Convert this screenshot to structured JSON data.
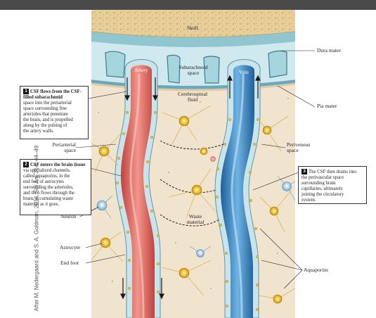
{
  "labels": {
    "skull": "Skull",
    "dura_mater": "Dura mater",
    "artery": "Artery",
    "subarachnoid_space_line1": "Subarachnoid",
    "subarachnoid_space_line2": "space",
    "vein": "Vein",
    "pia_mater": "Pia mater",
    "csf_line1": "Cerebrospinal",
    "csf_line2": "fluid",
    "periarterial_line1": "Periarterial",
    "periarterial_line2": "space",
    "perivenous_line1": "Perivenous",
    "perivenous_line2": "space",
    "neuron": "Neuron",
    "astrocyte": "Astrocyte",
    "end_foot": "End foot",
    "waste_line1": "Waste",
    "waste_line2": "material",
    "aquaporins": "Aquaporins"
  },
  "callouts": [
    {
      "number": "1",
      "lead_bold": "CSF flows from the CSF-filled subarachnoid",
      "lines": [
        "space into the periarterial",
        "space surrounding fine",
        "arterioles that penetrate",
        "the brain, and is propelled",
        "along by the pulsing of",
        "the artery walls."
      ]
    },
    {
      "number": "2",
      "lead_bold": "CSF enters the brain tissue",
      "lines": [
        "via specialized channels,",
        "called aquaporins, in the",
        "end feet of astrocytes",
        "surrounding the arterioles,",
        "and then flows through the",
        "brain, accumulating waste",
        "material as it goes."
      ]
    },
    {
      "number": "3",
      "lead_bold": "",
      "lines": [
        "The CSF then drains into",
        "the perivascular space",
        "surrounding brain",
        "capillaries, ultimately",
        "joining the circulatory",
        "system."
      ]
    }
  ],
  "credit": "After M. Nedergaard and S. A. Goldman, 2016, Sci Am 314: 44–49",
  "colors": {
    "skull": "#e6cf9a",
    "dura": "#8fc6cf",
    "brain": "#f1e4cf",
    "artery": "#e36a63",
    "vein": "#3a87c4",
    "perivascular": "#c9e4ea",
    "astrocyte": "#f0c43a",
    "neuron": "#a9cde7"
  }
}
